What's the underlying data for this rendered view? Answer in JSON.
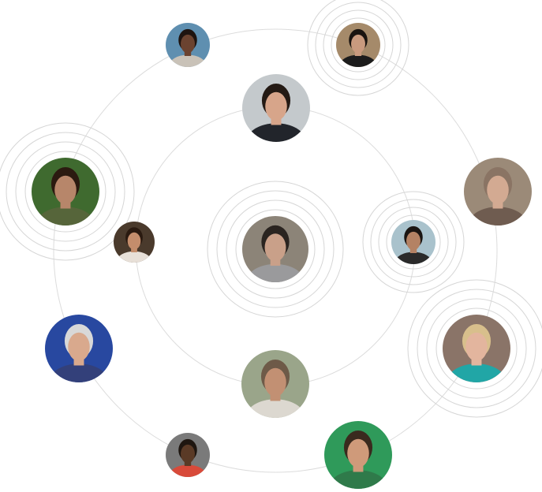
{
  "colors": {
    "orbit": "#dcdcdc",
    "ring": "#d6d6d6"
  },
  "avatars": [
    {
      "id": "woman-laughing",
      "bg": "#5f8fb0",
      "skin": "#6b4330",
      "hair": "#1e1410",
      "shirt": "#c9c2b8",
      "rings": 0
    },
    {
      "id": "man-dark-hair",
      "bg": "#a58a6a",
      "skin": "#c99a7e",
      "hair": "#1a1410",
      "shirt": "#1c1c1c",
      "rings": 3
    },
    {
      "id": "man-smiling-beard",
      "bg": "#c4c9cc",
      "skin": "#d7a58a",
      "hair": "#241a14",
      "shirt": "#22252b",
      "rings": 0
    },
    {
      "id": "woman-green-shirt",
      "bg": "#3f6a2f",
      "skin": "#b7866a",
      "hair": "#2b1a10",
      "shirt": "#56653a",
      "rings": 3
    },
    {
      "id": "older-woman-glasses",
      "bg": "#9b8a78",
      "skin": "#d3aa92",
      "hair": "#8a7464",
      "shirt": "#6f5c50",
      "rings": 0
    },
    {
      "id": "young-woman",
      "bg": "#4a3a2c",
      "skin": "#c48d6c",
      "hair": "#2a1a10",
      "shirt": "#e8e0d8",
      "rings": 0
    },
    {
      "id": "man-curly-hair",
      "bg": "#8c8478",
      "skin": "#c9a089",
      "hair": "#2a2420",
      "shirt": "#9a9a9c",
      "rings": 3
    },
    {
      "id": "bearded-man",
      "bg": "#a9c2cc",
      "skin": "#b48264",
      "hair": "#1a1512",
      "shirt": "#2a2a2a",
      "rings": 3
    },
    {
      "id": "grandmother",
      "bg": "#2848a0",
      "skin": "#d9a98d",
      "hair": "#d8d8d8",
      "shirt": "#33407a",
      "rings": 0
    },
    {
      "id": "nurse-woman",
      "bg": "#8a7468",
      "skin": "#e3b59e",
      "hair": "#d8bf8c",
      "shirt": "#21a6a6",
      "rings": 3
    },
    {
      "id": "man-glasses-beard",
      "bg": "#9aa58a",
      "skin": "#c29073",
      "hair": "#6e5a48",
      "shirt": "#dcd8d0",
      "rings": 0
    },
    {
      "id": "man-red-shirt",
      "bg": "#7a7a7a",
      "skin": "#5a3a26",
      "hair": "#1e1610",
      "shirt": "#d84a3a",
      "rings": 0
    },
    {
      "id": "man-green-bg",
      "bg": "#2f9a5a",
      "skin": "#cf9a7a",
      "hair": "#3a2a1e",
      "shirt": "#2f7a4a",
      "rings": 0
    }
  ]
}
